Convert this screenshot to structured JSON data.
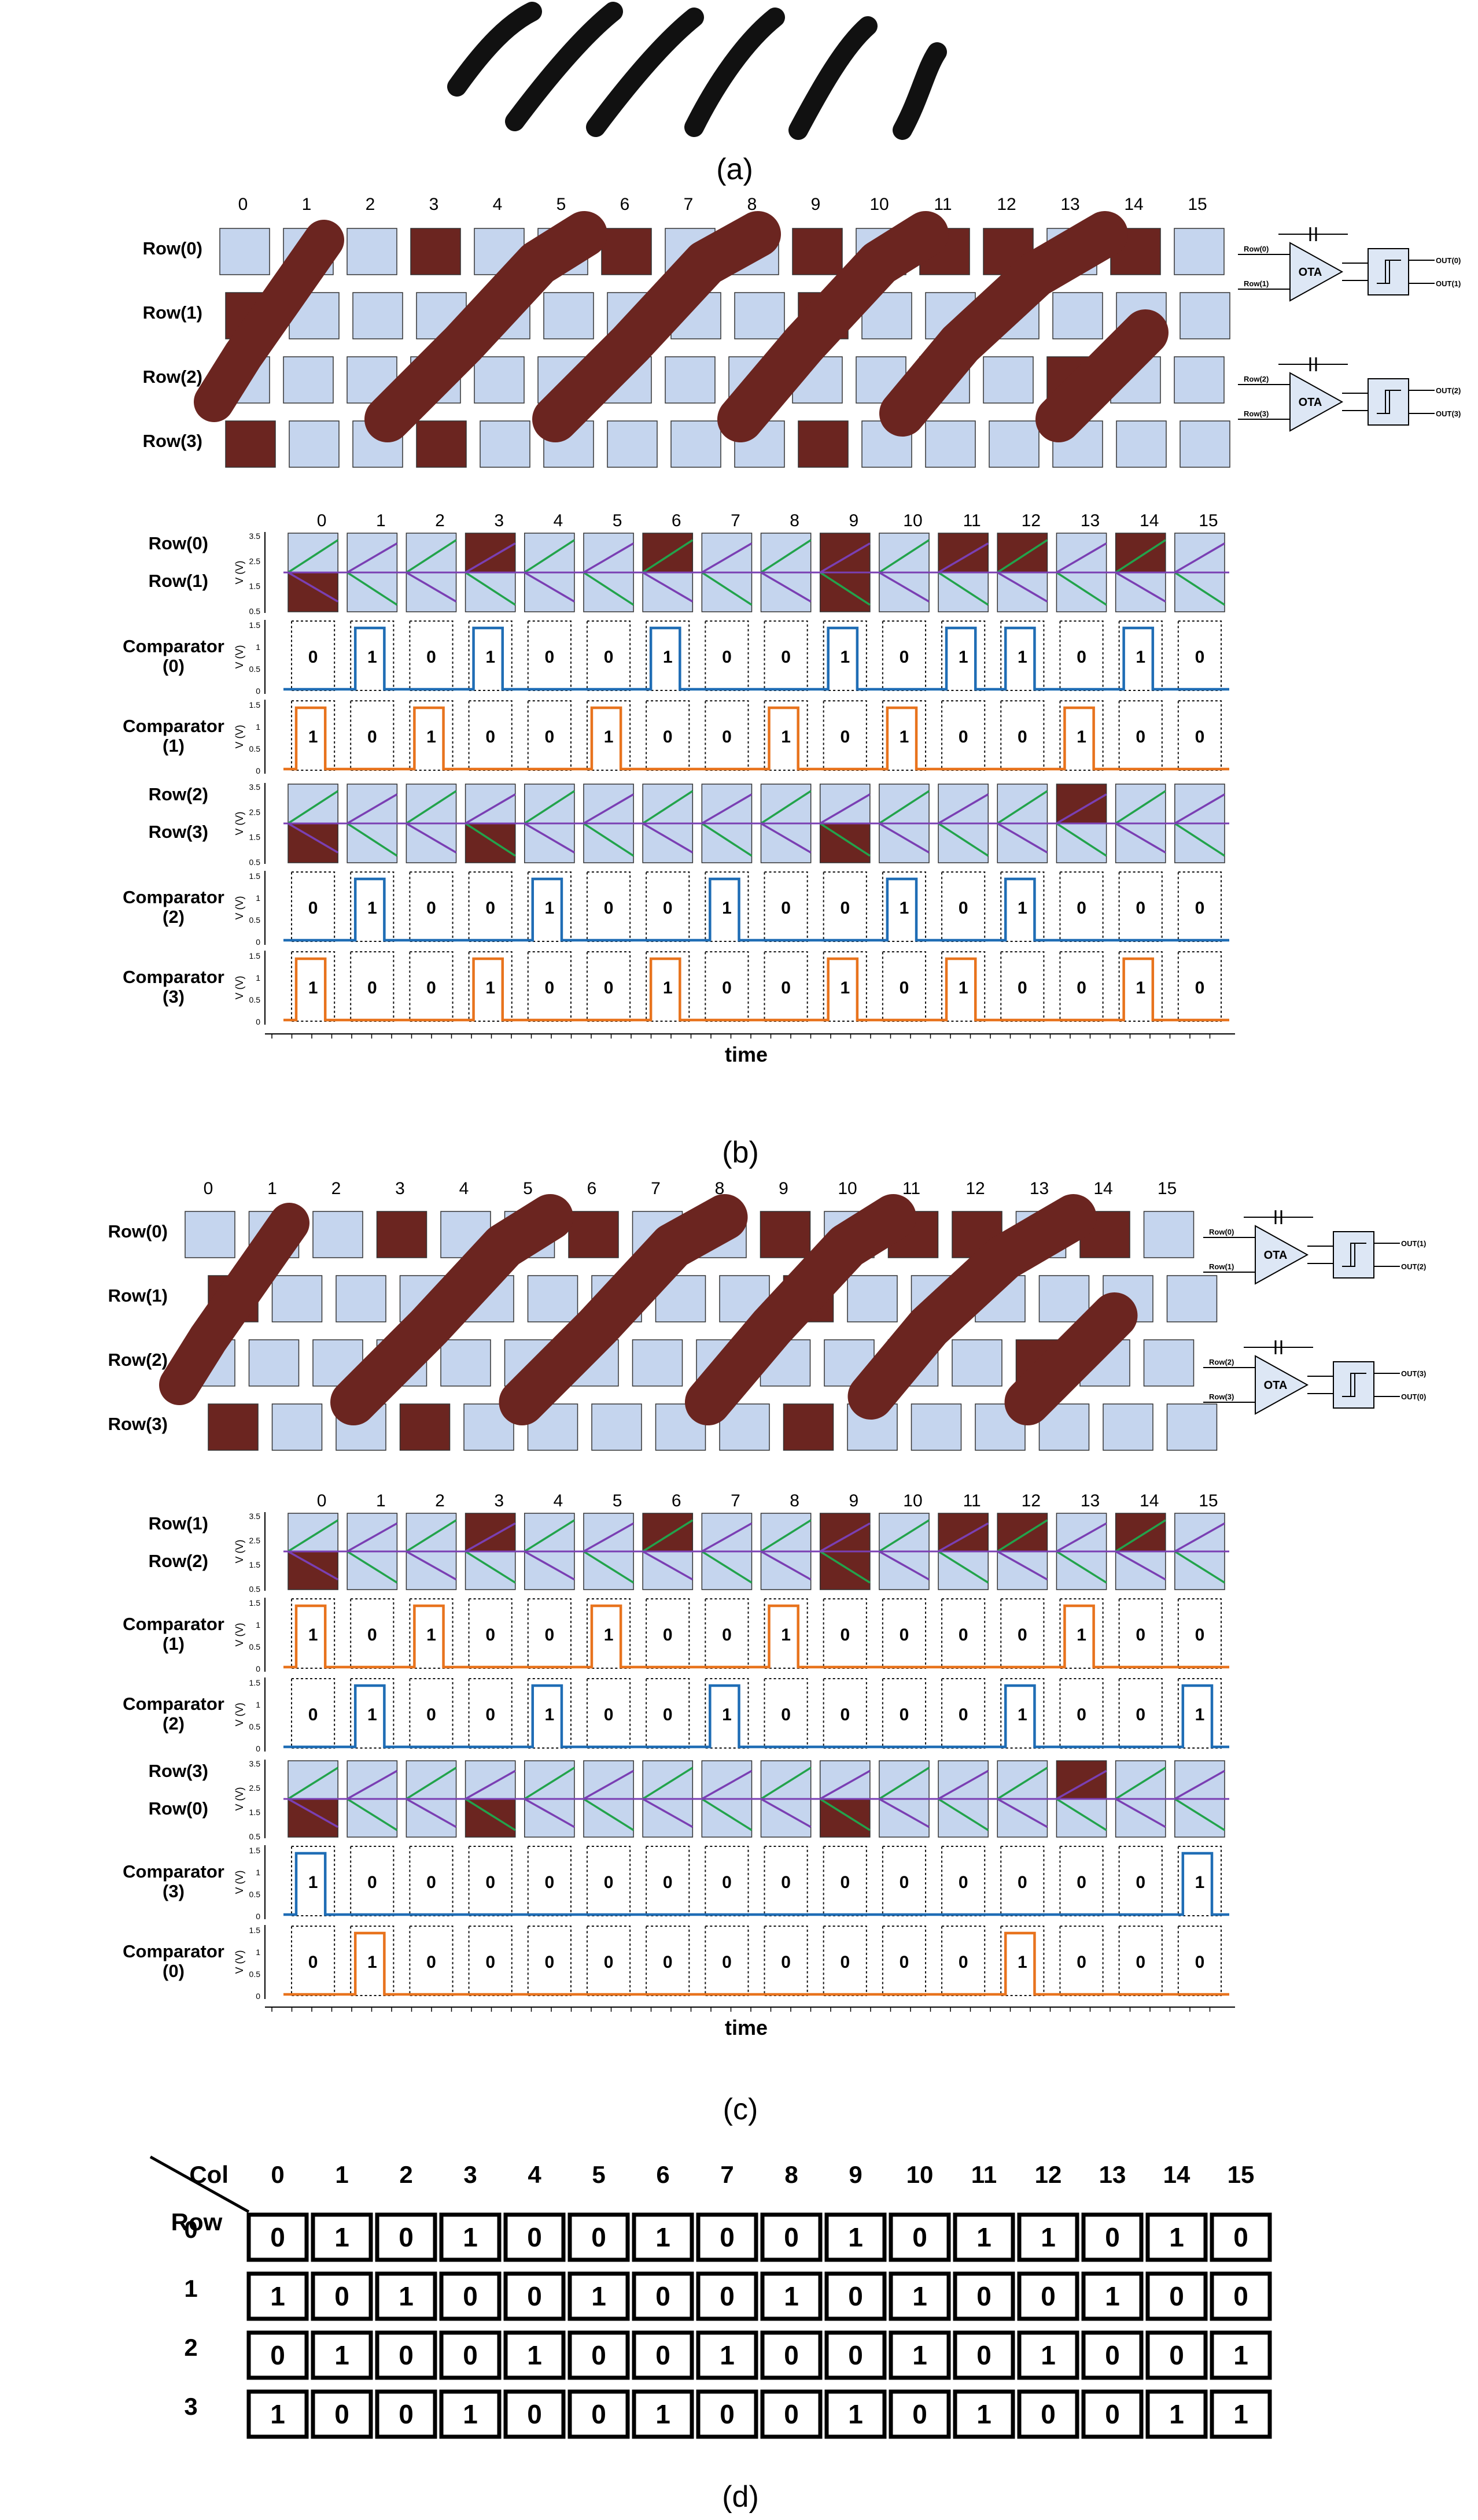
{
  "colors": {
    "cell": "#c5d5ee",
    "ink": "#6b2520",
    "pulse_blue": "#1f6db5",
    "pulse_orange": "#e8731d",
    "trace_green": "#22a34b",
    "trace_purple": "#7a3fb3"
  },
  "panels": {
    "a": "(a)",
    "b": "(b)",
    "c": "(c)",
    "d": "(d)"
  },
  "columns": [
    "0",
    "1",
    "2",
    "3",
    "4",
    "5",
    "6",
    "7",
    "8",
    "9",
    "10",
    "11",
    "12",
    "13",
    "14",
    "15"
  ],
  "rows": [
    "Row(0)",
    "Row(1)",
    "Row(2)",
    "Row(3)"
  ],
  "array_b": {
    "dark_cells": [
      [
        3,
        6,
        9,
        11,
        12,
        14
      ],
      [
        0,
        9
      ],
      [
        13
      ],
      [
        0,
        3,
        9
      ]
    ],
    "circuit": {
      "ota": "OTA",
      "in_labels": [
        "Row(0)",
        "Row(1)",
        "Row(2)",
        "Row(3)"
      ],
      "out_labels": [
        "OUT(0)",
        "OUT(1)",
        "OUT(2)",
        "OUT(3)"
      ]
    }
  },
  "array_c": {
    "dark_cells": [
      [
        3,
        6,
        9,
        11,
        12,
        14
      ],
      [
        0,
        9
      ],
      [
        13
      ],
      [
        0,
        3,
        9
      ]
    ],
    "circuit": {
      "ota": "OTA",
      "in_labels": [
        "Row(0)",
        "Row(1)",
        "Row(2)",
        "Row(3)"
      ],
      "out_labels": [
        "OUT(1)",
        "OUT(2)",
        "OUT(3)",
        "OUT(0)"
      ]
    }
  },
  "waves_b": {
    "pairs": [
      {
        "top": "Row(0)",
        "bottom": "Row(1)"
      },
      {
        "top": "Row(2)",
        "bottom": "Row(3)"
      }
    ],
    "comparators": [
      {
        "label": [
          "Comparator",
          "(0)"
        ],
        "color": "pulse_blue",
        "bits": [
          0,
          1,
          0,
          1,
          0,
          0,
          1,
          0,
          0,
          1,
          0,
          1,
          1,
          0,
          1,
          0
        ]
      },
      {
        "label": [
          "Comparator",
          "(1)"
        ],
        "color": "pulse_orange",
        "bits": [
          1,
          0,
          1,
          0,
          0,
          1,
          0,
          0,
          1,
          0,
          1,
          0,
          0,
          1,
          0,
          0
        ]
      },
      {
        "label": [
          "Comparator",
          "(2)"
        ],
        "color": "pulse_blue",
        "bits": [
          0,
          1,
          0,
          0,
          1,
          0,
          0,
          1,
          0,
          0,
          1,
          0,
          1,
          0,
          0,
          0
        ]
      },
      {
        "label": [
          "Comparator",
          "(3)"
        ],
        "color": "pulse_orange",
        "bits": [
          1,
          0,
          0,
          1,
          0,
          0,
          1,
          0,
          0,
          1,
          0,
          1,
          0,
          0,
          1,
          0
        ]
      }
    ],
    "ylabel": "V (V)",
    "yticks_row": [
      "3.5",
      "2.5",
      "1.5",
      "0.5"
    ],
    "yticks_cmp": [
      "1.5",
      "1",
      "0.5",
      "0"
    ],
    "xlabel": "time"
  },
  "waves_c": {
    "pairs": [
      {
        "top": "Row(1)",
        "bottom": "Row(2)"
      },
      {
        "top": "Row(3)",
        "bottom": "Row(0)"
      }
    ],
    "comparators": [
      {
        "label": [
          "Comparator",
          "(1)"
        ],
        "color": "pulse_orange",
        "bits": [
          1,
          0,
          1,
          0,
          0,
          1,
          0,
          0,
          1,
          0,
          0,
          0,
          0,
          1,
          0,
          0
        ]
      },
      {
        "label": [
          "Comparator",
          "(2)"
        ],
        "color": "pulse_blue",
        "bits": [
          0,
          1,
          0,
          0,
          1,
          0,
          0,
          1,
          0,
          0,
          0,
          0,
          1,
          0,
          0,
          1
        ]
      },
      {
        "label": [
          "Comparator",
          "(3)"
        ],
        "color": "pulse_blue",
        "bits": [
          1,
          0,
          0,
          0,
          0,
          0,
          0,
          0,
          0,
          0,
          0,
          0,
          0,
          0,
          0,
          1
        ]
      },
      {
        "label": [
          "Comparator",
          "(0)"
        ],
        "color": "pulse_orange",
        "bits": [
          0,
          1,
          0,
          0,
          0,
          0,
          0,
          0,
          0,
          0,
          0,
          0,
          1,
          0,
          0,
          0
        ]
      }
    ],
    "ylabel": "V (V)",
    "yticks_row": [
      "3.5",
      "2.5",
      "1.5",
      "0.5"
    ],
    "yticks_cmp": [
      "1.5",
      "1",
      "0.5",
      "0"
    ],
    "xlabel": "time"
  },
  "table_d": {
    "col_header": "Col",
    "row_header": "Row",
    "row_ids": [
      "0",
      "1",
      "2",
      "3"
    ],
    "values": [
      [
        0,
        1,
        0,
        1,
        0,
        0,
        1,
        0,
        0,
        1,
        0,
        1,
        1,
        0,
        1,
        0
      ],
      [
        1,
        0,
        1,
        0,
        0,
        1,
        0,
        0,
        1,
        0,
        1,
        0,
        0,
        1,
        0,
        0
      ],
      [
        0,
        1,
        0,
        0,
        1,
        0,
        0,
        1,
        0,
        0,
        1,
        0,
        1,
        0,
        0,
        1
      ],
      [
        1,
        0,
        0,
        1,
        0,
        0,
        1,
        0,
        0,
        1,
        0,
        1,
        0,
        0,
        1,
        1
      ]
    ]
  }
}
